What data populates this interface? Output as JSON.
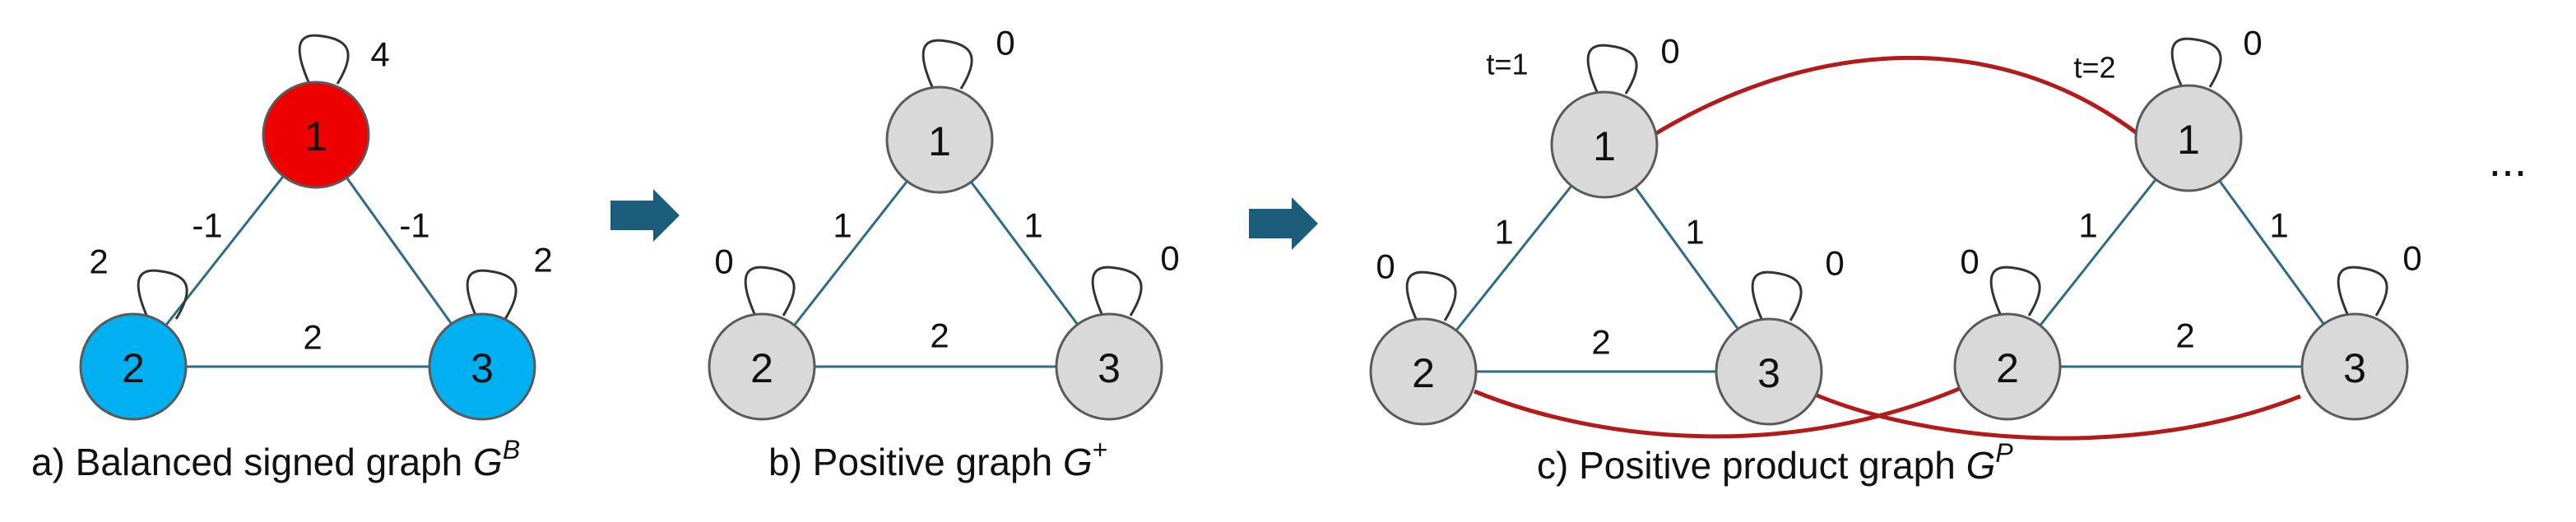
{
  "colors": {
    "negative_node": "#ee0000",
    "positive_node": "#00b0f0",
    "neutral_node": "#d9d9d9",
    "edge": "#2e6b84",
    "cross_edge": "#b31b1b",
    "arrow": "#1c5d7c"
  },
  "panel_a": {
    "caption_text": "a) Balanced signed graph ",
    "caption_symbol": "G",
    "caption_sup": "B",
    "nodes": [
      {
        "id": "1",
        "self_loop": "4"
      },
      {
        "id": "2",
        "self_loop": "2"
      },
      {
        "id": "3",
        "self_loop": "2"
      }
    ],
    "edges": [
      {
        "from": "1",
        "to": "2",
        "weight": "-1"
      },
      {
        "from": "1",
        "to": "3",
        "weight": "-1"
      },
      {
        "from": "2",
        "to": "3",
        "weight": "2"
      }
    ]
  },
  "panel_b": {
    "caption_text": "b) Positive graph ",
    "caption_symbol": "G",
    "caption_sup": "+",
    "nodes": [
      {
        "id": "1",
        "self_loop": "0"
      },
      {
        "id": "2",
        "self_loop": "0"
      },
      {
        "id": "3",
        "self_loop": "0"
      }
    ],
    "edges": [
      {
        "from": "1",
        "to": "2",
        "weight": "1"
      },
      {
        "from": "1",
        "to": "3",
        "weight": "1"
      },
      {
        "from": "2",
        "to": "3",
        "weight": "2"
      }
    ]
  },
  "panel_c": {
    "caption_text": "c) Positive product graph ",
    "caption_symbol": "G",
    "caption_sup": "P",
    "copies": [
      {
        "time_label": "t=1",
        "nodes": [
          {
            "id": "1",
            "self_loop": "0"
          },
          {
            "id": "2",
            "self_loop": "0"
          },
          {
            "id": "3",
            "self_loop": "0"
          }
        ],
        "edges": [
          {
            "from": "1",
            "to": "2",
            "weight": "1"
          },
          {
            "from": "1",
            "to": "3",
            "weight": "1"
          },
          {
            "from": "2",
            "to": "3",
            "weight": "2"
          }
        ]
      },
      {
        "time_label": "t=2",
        "nodes": [
          {
            "id": "1",
            "self_loop": "0"
          },
          {
            "id": "2",
            "self_loop": "0"
          },
          {
            "id": "3",
            "self_loop": "0"
          }
        ],
        "edges": [
          {
            "from": "1",
            "to": "2",
            "weight": "1"
          },
          {
            "from": "1",
            "to": "3",
            "weight": "1"
          },
          {
            "from": "2",
            "to": "3",
            "weight": "2"
          }
        ]
      }
    ],
    "ellipsis": "..."
  }
}
